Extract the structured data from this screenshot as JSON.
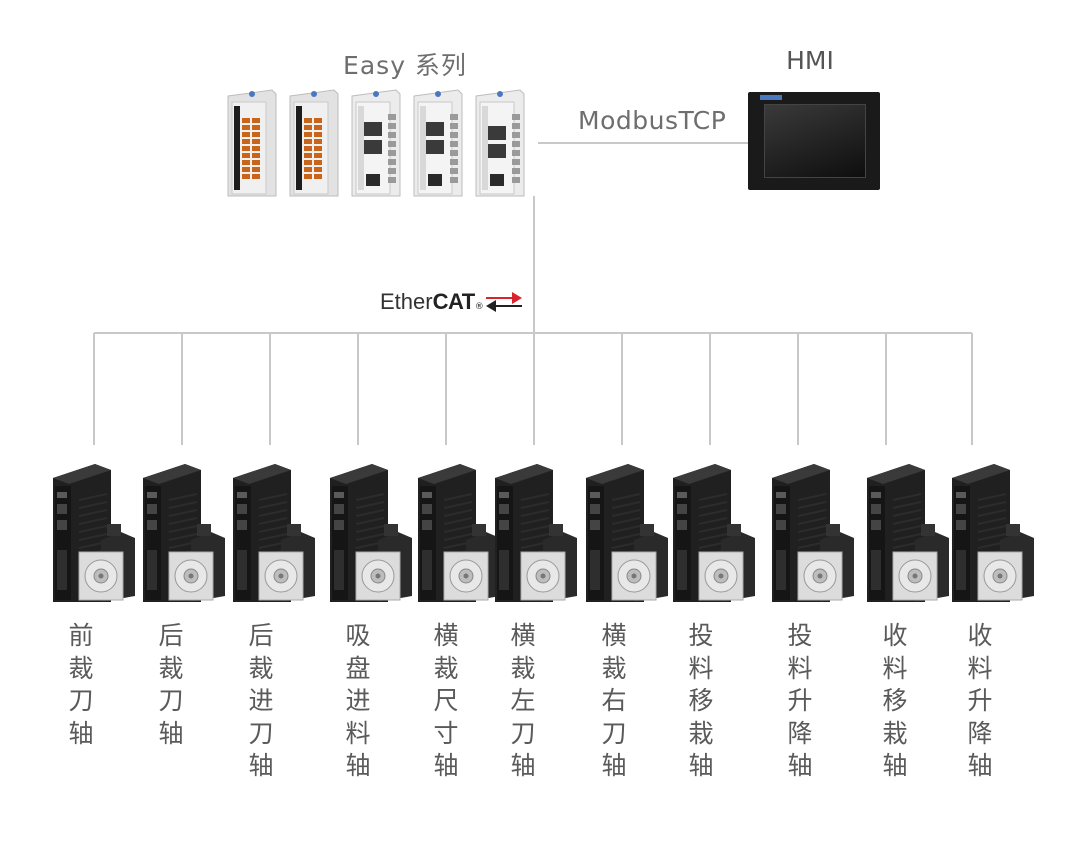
{
  "titles": {
    "easy_series": "Easy 系列",
    "hmi": "HMI",
    "modbus": "ModbusTCP"
  },
  "ethercat": {
    "ether": "Ether",
    "cat": "CAT",
    "reg": "®"
  },
  "colors": {
    "line": "#c8c8c8",
    "text": "#5a5a5a",
    "ethercat_red": "#d9232d",
    "device_dark": "#1c1c1c",
    "plc_light": "#e9e9e9"
  },
  "plcs": [
    {
      "style": "dark-io"
    },
    {
      "style": "dark-io"
    },
    {
      "style": "light"
    },
    {
      "style": "light"
    },
    {
      "style": "light-cpu"
    }
  ],
  "axes": [
    {
      "label": "前裁刀轴"
    },
    {
      "label": "后裁刀轴"
    },
    {
      "label": "后裁进刀轴"
    },
    {
      "label": "吸盘进料轴"
    },
    {
      "label": "横裁尺寸轴"
    },
    {
      "label": "横裁左刀轴"
    },
    {
      "label": "横裁右刀轴"
    },
    {
      "label": "投料移栽轴"
    },
    {
      "label": "投料升降轴"
    },
    {
      "label": "收料移栽轴"
    },
    {
      "label": "收料升降轴"
    }
  ]
}
